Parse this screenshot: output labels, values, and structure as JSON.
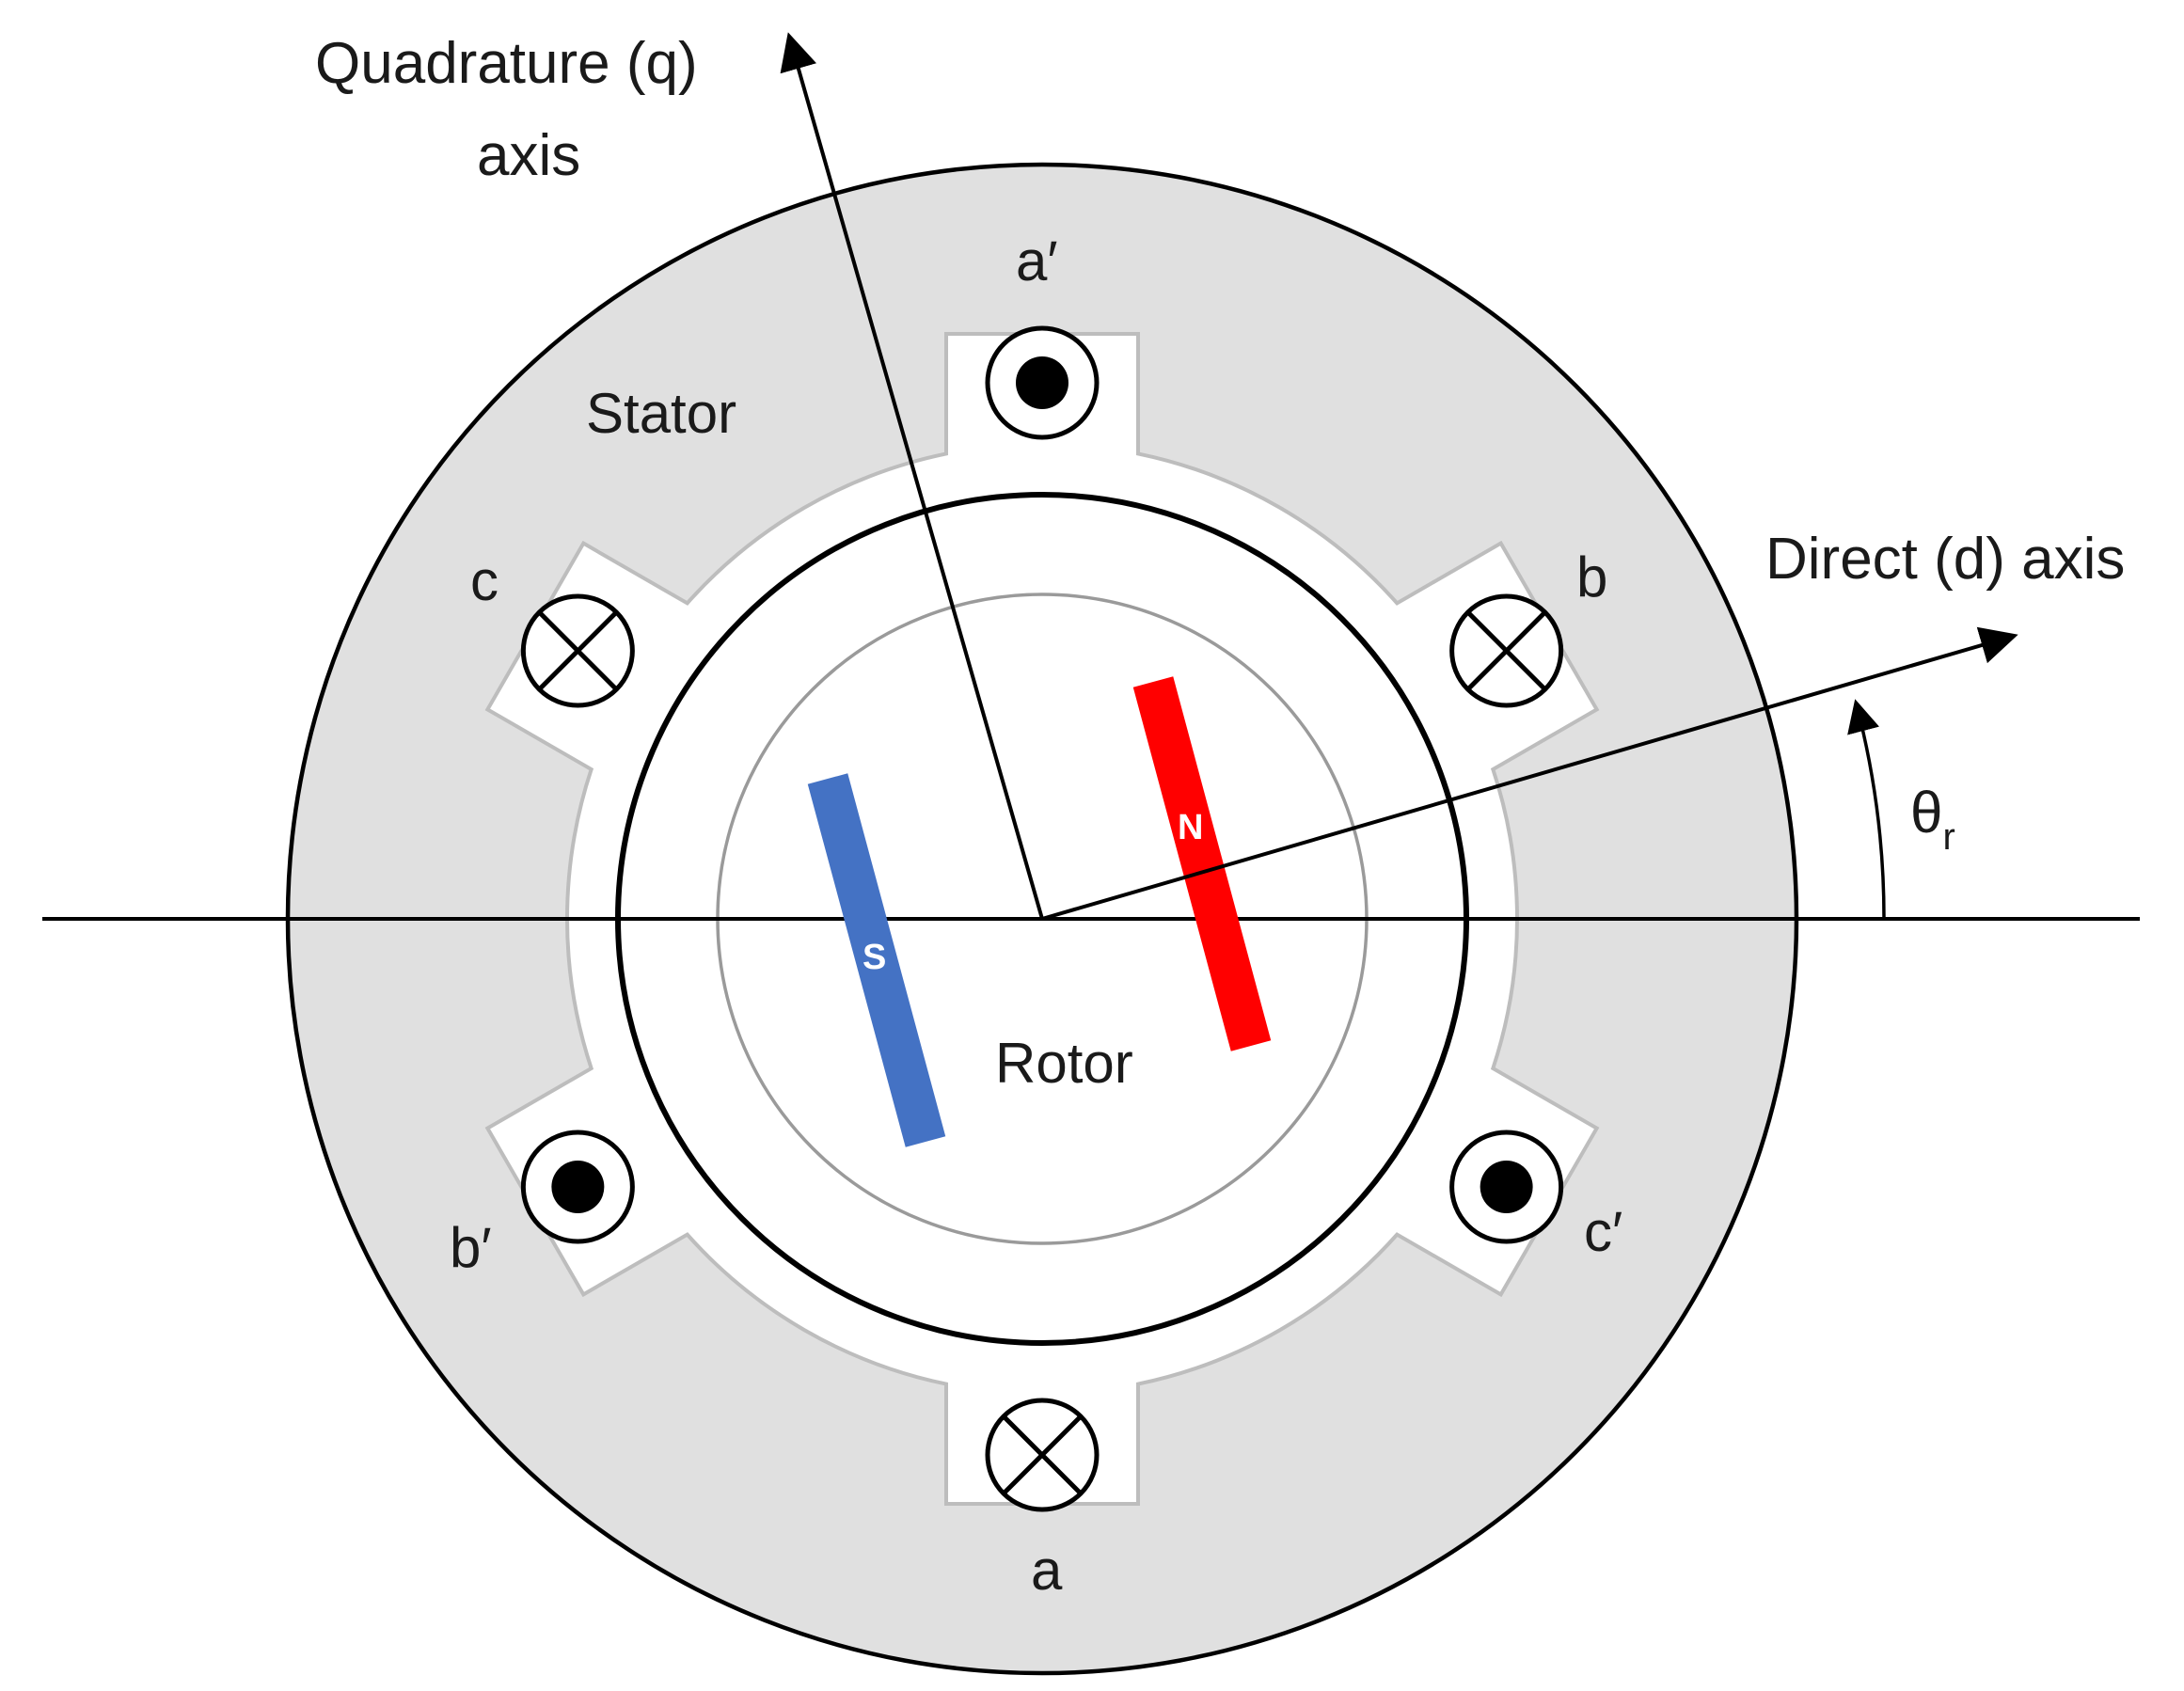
{
  "labels": {
    "q_axis_line1": "Quadrature (q)",
    "q_axis_line2": "axis",
    "d_axis": "Direct (d) axis",
    "theta": "θ",
    "theta_sub": "r",
    "stator": "Stator",
    "rotor": "Rotor",
    "north": "N",
    "south": "S"
  },
  "slots": {
    "a_prime": "a′",
    "b": "b",
    "c_prime": "c′",
    "a": "a",
    "b_prime": "b′",
    "c": "c"
  },
  "colors": {
    "stator_fill": "#e0e0e0",
    "north_pole": "#ff0000",
    "south_pole": "#4472c4",
    "line": "#000000"
  }
}
